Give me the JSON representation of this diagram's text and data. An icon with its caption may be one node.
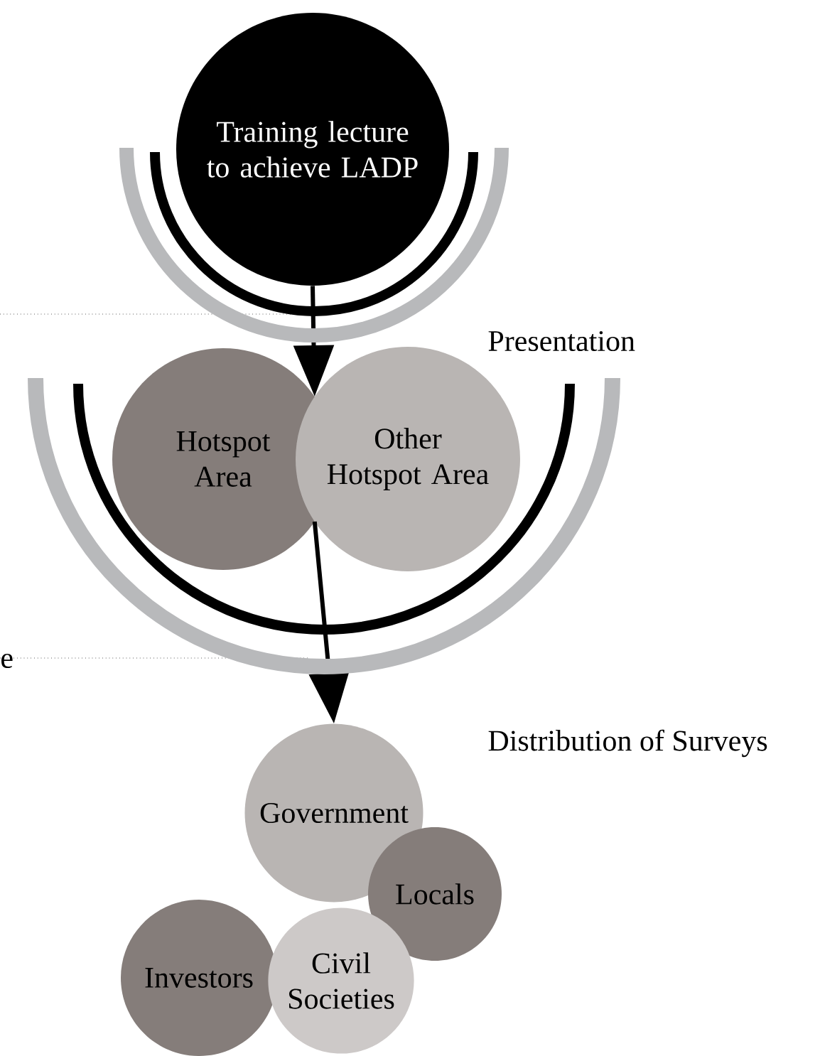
{
  "diagram": {
    "nodes": [
      {
        "text": [
          "Training lecture to achieve LADP"
        ]
      },
      {
        "text": [
          "Hotspot Area"
        ]
      },
      {
        "text": [
          "Other Hotspot Area"
        ]
      },
      {
        "text": [
          "Government"
        ]
      },
      {
        "text": [
          "Locals"
        ]
      },
      {
        "text": [
          "Investors"
        ]
      },
      {
        "text": [
          "Civil Societies"
        ]
      }
    ],
    "edges": [
      {
        "from": 0,
        "to": 1,
        "arrow": "to"
      },
      {
        "from": 0,
        "to": 2,
        "arrow": "to"
      },
      {
        "from": 1,
        "to": 3,
        "arrow": "to"
      },
      {
        "from": 2,
        "to": 3,
        "arrow": "to"
      }
    ],
    "labels": [
      "Presentation",
      "Distribution of Surveys",
      "e"
    ]
  }
}
